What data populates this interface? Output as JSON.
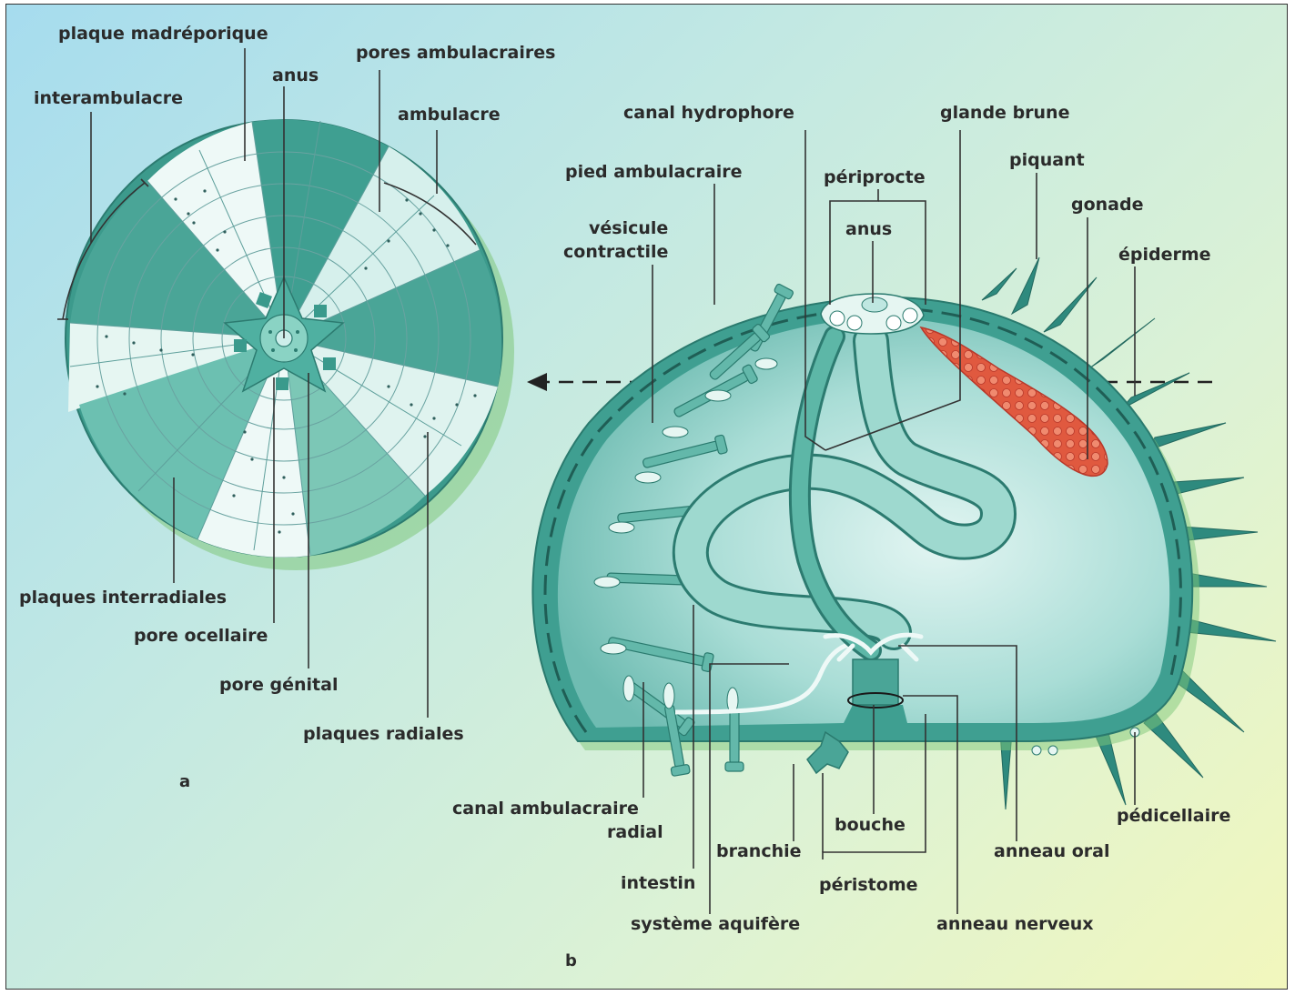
{
  "panel_a": {
    "letter": "a",
    "labels": {
      "plaque_madreporique": "plaque madréporique",
      "anus": "anus",
      "pores_ambulacraires": "pores ambulacraires",
      "interambulacre": "interambulacre",
      "ambulacre": "ambulacre",
      "plaques_interradiales": "plaques interradiales",
      "pore_ocellaire": "pore ocellaire",
      "pore_genital": "pore génital",
      "plaques_radiales": "plaques radiales"
    }
  },
  "panel_b": {
    "letter": "b",
    "labels": {
      "canal_hydrophore": "canal hydrophore",
      "glande_brune": "glande brune",
      "pied_ambulacraire": "pied ambulacraire",
      "periprocte": "périprocte",
      "piquant": "piquant",
      "anus": "anus",
      "gonade": "gonade",
      "vesicule_line1": "vésicule",
      "vesicule_line2": "contractile",
      "epiderme": "épiderme",
      "canal_radial_line1": "canal ambulacraire",
      "canal_radial_line2": "radial",
      "pedicellaire": "pédicellaire",
      "bouche": "bouche",
      "branchie": "branchie",
      "anneau_oral": "anneau oral",
      "intestin": "intestin",
      "peristome": "péristome",
      "systeme_aquifere": "système aquifère",
      "anneau_nerveux": "anneau nerveux"
    }
  },
  "colors": {
    "teal_dark": "#3d9c8f",
    "teal_light": "#a6dcd5",
    "plate_white": "#eef9f7",
    "gonad": "#e0593f",
    "background_start": "#a6dcee",
    "background_end": "#f2f7bd"
  }
}
